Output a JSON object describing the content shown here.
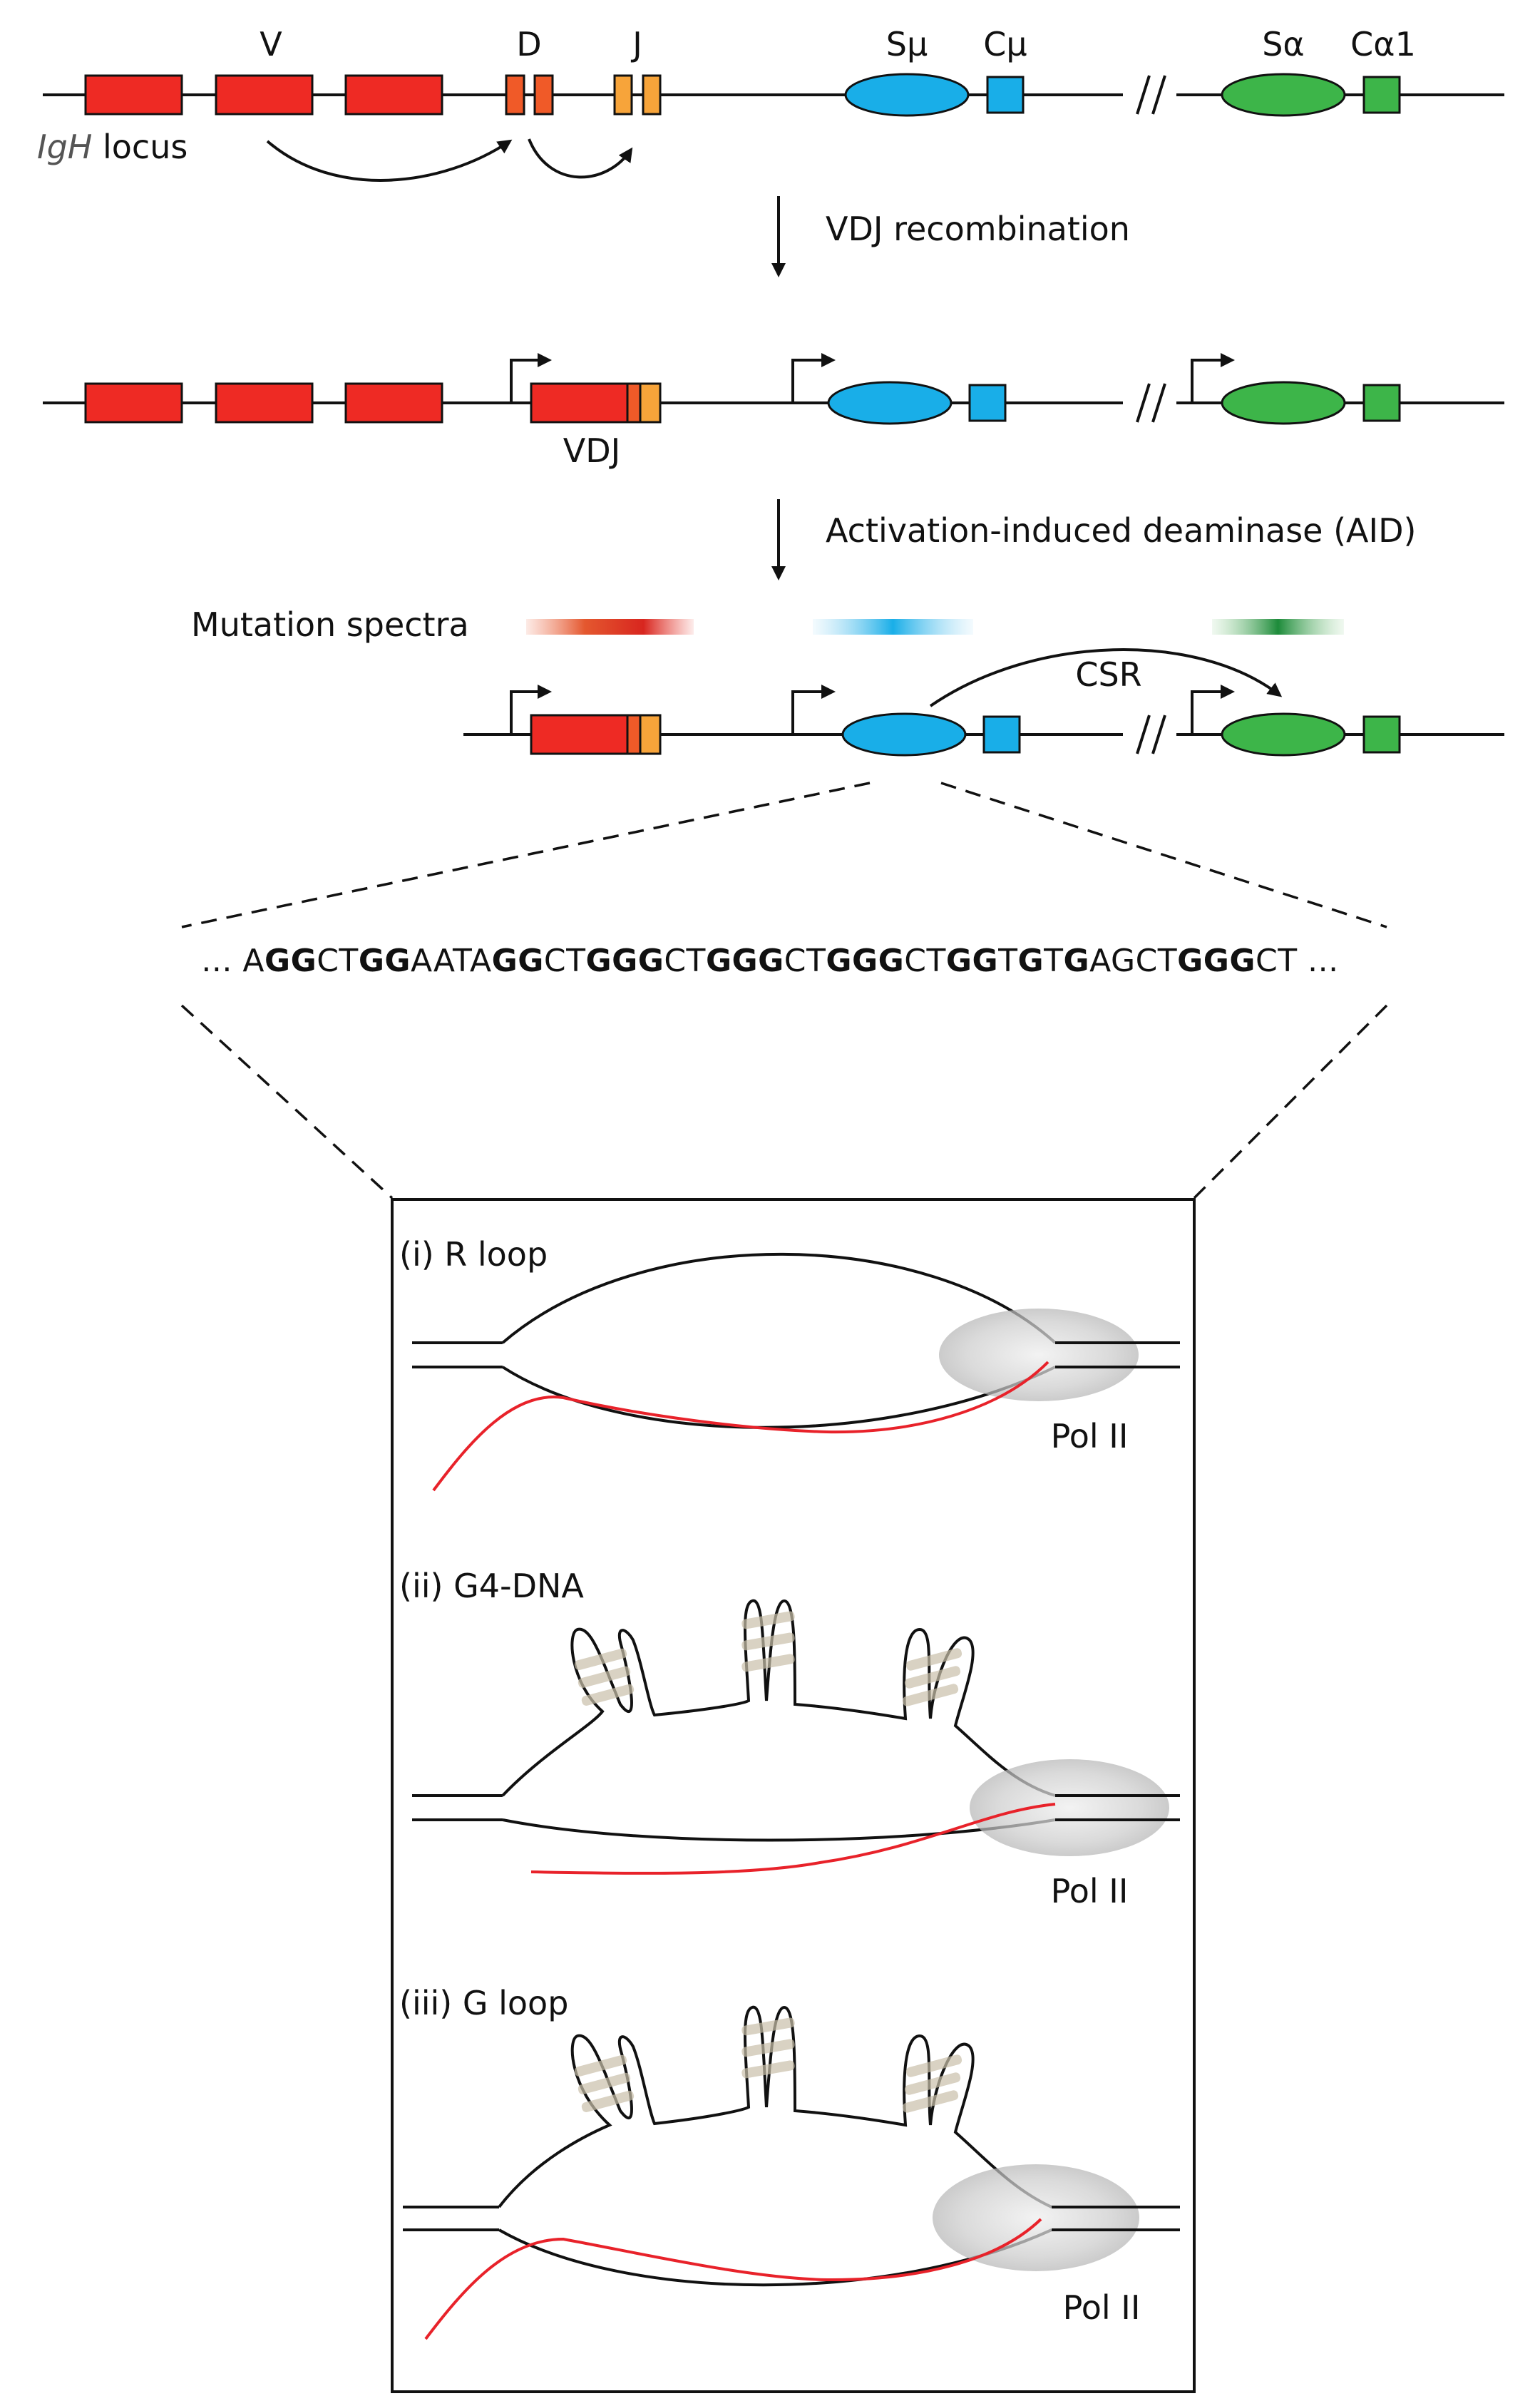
{
  "labels": {
    "V": "V",
    "D": "D",
    "J": "J",
    "Smu": "Sμ",
    "Cmu": "Cμ",
    "Salpha": "Sα",
    "Calpha1": "Cα1",
    "locus_italic": "IgH",
    "locus_rest": " locus",
    "vdj": "VDJ",
    "csr": "CSR",
    "mutation_spectra": "Mutation spectra"
  },
  "steps": {
    "step1": "VDJ recombination",
    "step2": "Activation-induced deaminase (AID)"
  },
  "sequence": [
    {
      "t": "... A",
      "b": false
    },
    {
      "t": "GG",
      "b": true
    },
    {
      "t": "CT",
      "b": false
    },
    {
      "t": "GG",
      "b": true
    },
    {
      "t": "AATA",
      "b": false
    },
    {
      "t": "GG",
      "b": true
    },
    {
      "t": "CT",
      "b": false
    },
    {
      "t": "GGG",
      "b": true
    },
    {
      "t": "CT",
      "b": false
    },
    {
      "t": "GGG",
      "b": true
    },
    {
      "t": "CT",
      "b": false
    },
    {
      "t": "GGG",
      "b": true
    },
    {
      "t": "CT",
      "b": false
    },
    {
      "t": "GG",
      "b": true
    },
    {
      "t": "T",
      "b": false
    },
    {
      "t": "G",
      "b": true
    },
    {
      "t": "T",
      "b": false
    },
    {
      "t": "G",
      "b": true
    },
    {
      "t": "AGCT",
      "b": false
    },
    {
      "t": "GGG",
      "b": true
    },
    {
      "t": "CT ...",
      "b": false
    }
  ],
  "panels": {
    "r_loop": "(i) R loop",
    "g4_dna": "(ii) G4-DNA",
    "g_loop": "(iii) G loop",
    "pol": "Pol II"
  },
  "colors": {
    "v_segment": "#ee2a24",
    "d_segment": "#f05a28",
    "j_segment": "#f7a43a",
    "switch_mu": "#19aee8",
    "switch_alpha": "#3db549",
    "rna": "#e8222a",
    "pol_ii": "#bdbdbd"
  }
}
